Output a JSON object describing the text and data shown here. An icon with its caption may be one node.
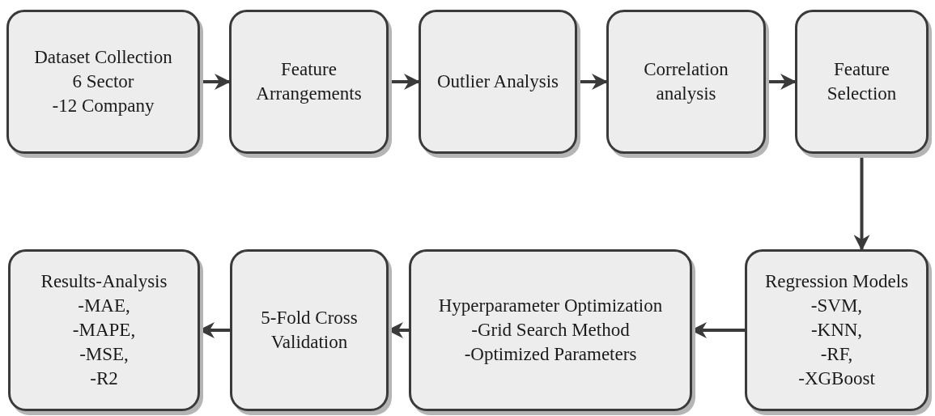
{
  "diagram": {
    "nodes": [
      {
        "text": [
          "Dataset Collection",
          "6 Sector",
          "-12 Company"
        ]
      },
      {
        "text": [
          "Feature Arrangements"
        ]
      },
      {
        "text": [
          "Outlier Analysis"
        ]
      },
      {
        "text": [
          "Correlation analysis"
        ]
      },
      {
        "text": [
          "Feature Selection"
        ]
      },
      {
        "text": [
          "Regression Models",
          "-SVM,",
          "-KNN,",
          "-RF,",
          "-XGBoost"
        ]
      },
      {
        "text": [
          "Hyperparameter Optimization",
          "-Grid Search Method",
          "-Optimized Parameters"
        ]
      },
      {
        "text": [
          "5-Fold Cross Validation"
        ]
      },
      {
        "text": [
          "Results-Analysis",
          "-MAE,",
          "-MAPE,",
          "-MSE,",
          "-R2"
        ]
      }
    ],
    "edges": [
      {
        "from": 0,
        "to": 1,
        "arrow": "to"
      },
      {
        "from": 1,
        "to": 2,
        "arrow": "to"
      },
      {
        "from": 2,
        "to": 3,
        "arrow": "to"
      },
      {
        "from": 3,
        "to": 4,
        "arrow": "to"
      },
      {
        "from": 4,
        "to": 5,
        "arrow": "to"
      },
      {
        "from": 5,
        "to": 6,
        "arrow": "to"
      },
      {
        "from": 6,
        "to": 7,
        "arrow": "to"
      },
      {
        "from": 7,
        "to": 8,
        "arrow": "to"
      }
    ]
  }
}
